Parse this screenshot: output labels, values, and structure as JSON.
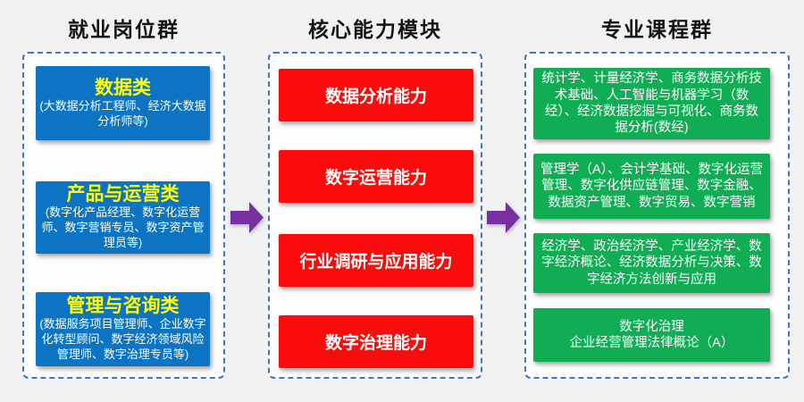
{
  "diagram": {
    "columns": [
      {
        "title": "就业岗位群",
        "boxes": [
          {
            "heading": "数据类",
            "detail": "(大数据分析工程师、经济大数据分析师等)"
          },
          {
            "heading": "产品与运营类",
            "detail": "(数字化产品经理、数字化运营师、数字营销专员、数字资产管理员等)"
          },
          {
            "heading": "管理与咨询类",
            "detail": "(数据服务项目管理师、企业数字化转型顾问、数字经济领域风险管理师、数字治理专员等)"
          }
        ]
      },
      {
        "title": "核心能力模块",
        "boxes": [
          {
            "label": "数据分析能力"
          },
          {
            "label": "数字运营能力"
          },
          {
            "label": "行业调研与应用能力"
          },
          {
            "label": "数字治理能力"
          }
        ]
      },
      {
        "title": "专业课程群",
        "boxes": [
          {
            "text": "统计学、计量经济学、商务数据分析技术基础、人工智能与机器学习（数经）、经济数据挖掘与可视化、商务数据分析(数经)"
          },
          {
            "text": "管理学（A）、会计学基础、数字化运营管理、数字化供应链管理、数字金融、数据资产管理、数字贸易、数字营销"
          },
          {
            "text": "经济学、政治经济学、产业经济学、数字经济概论、经济数据分析与决策、数字经济方法创新与应用"
          },
          {
            "text": "数字化治理\n企业经营管理法律概论（A）"
          }
        ]
      }
    ],
    "colors": {
      "background": "#F1F1F2",
      "panel_fill": "#FDFDFD",
      "panel_border_blue": "#4472C4",
      "job_box_blue": "#0C74C2",
      "ability_box_red": "#FA0C0C",
      "course_box_green": "#10AD54",
      "arrow_purple": "#7830A0",
      "heading_yellow": "#FFFF00",
      "body_white": "#FFFFFF",
      "title_black": "#141414"
    }
  }
}
